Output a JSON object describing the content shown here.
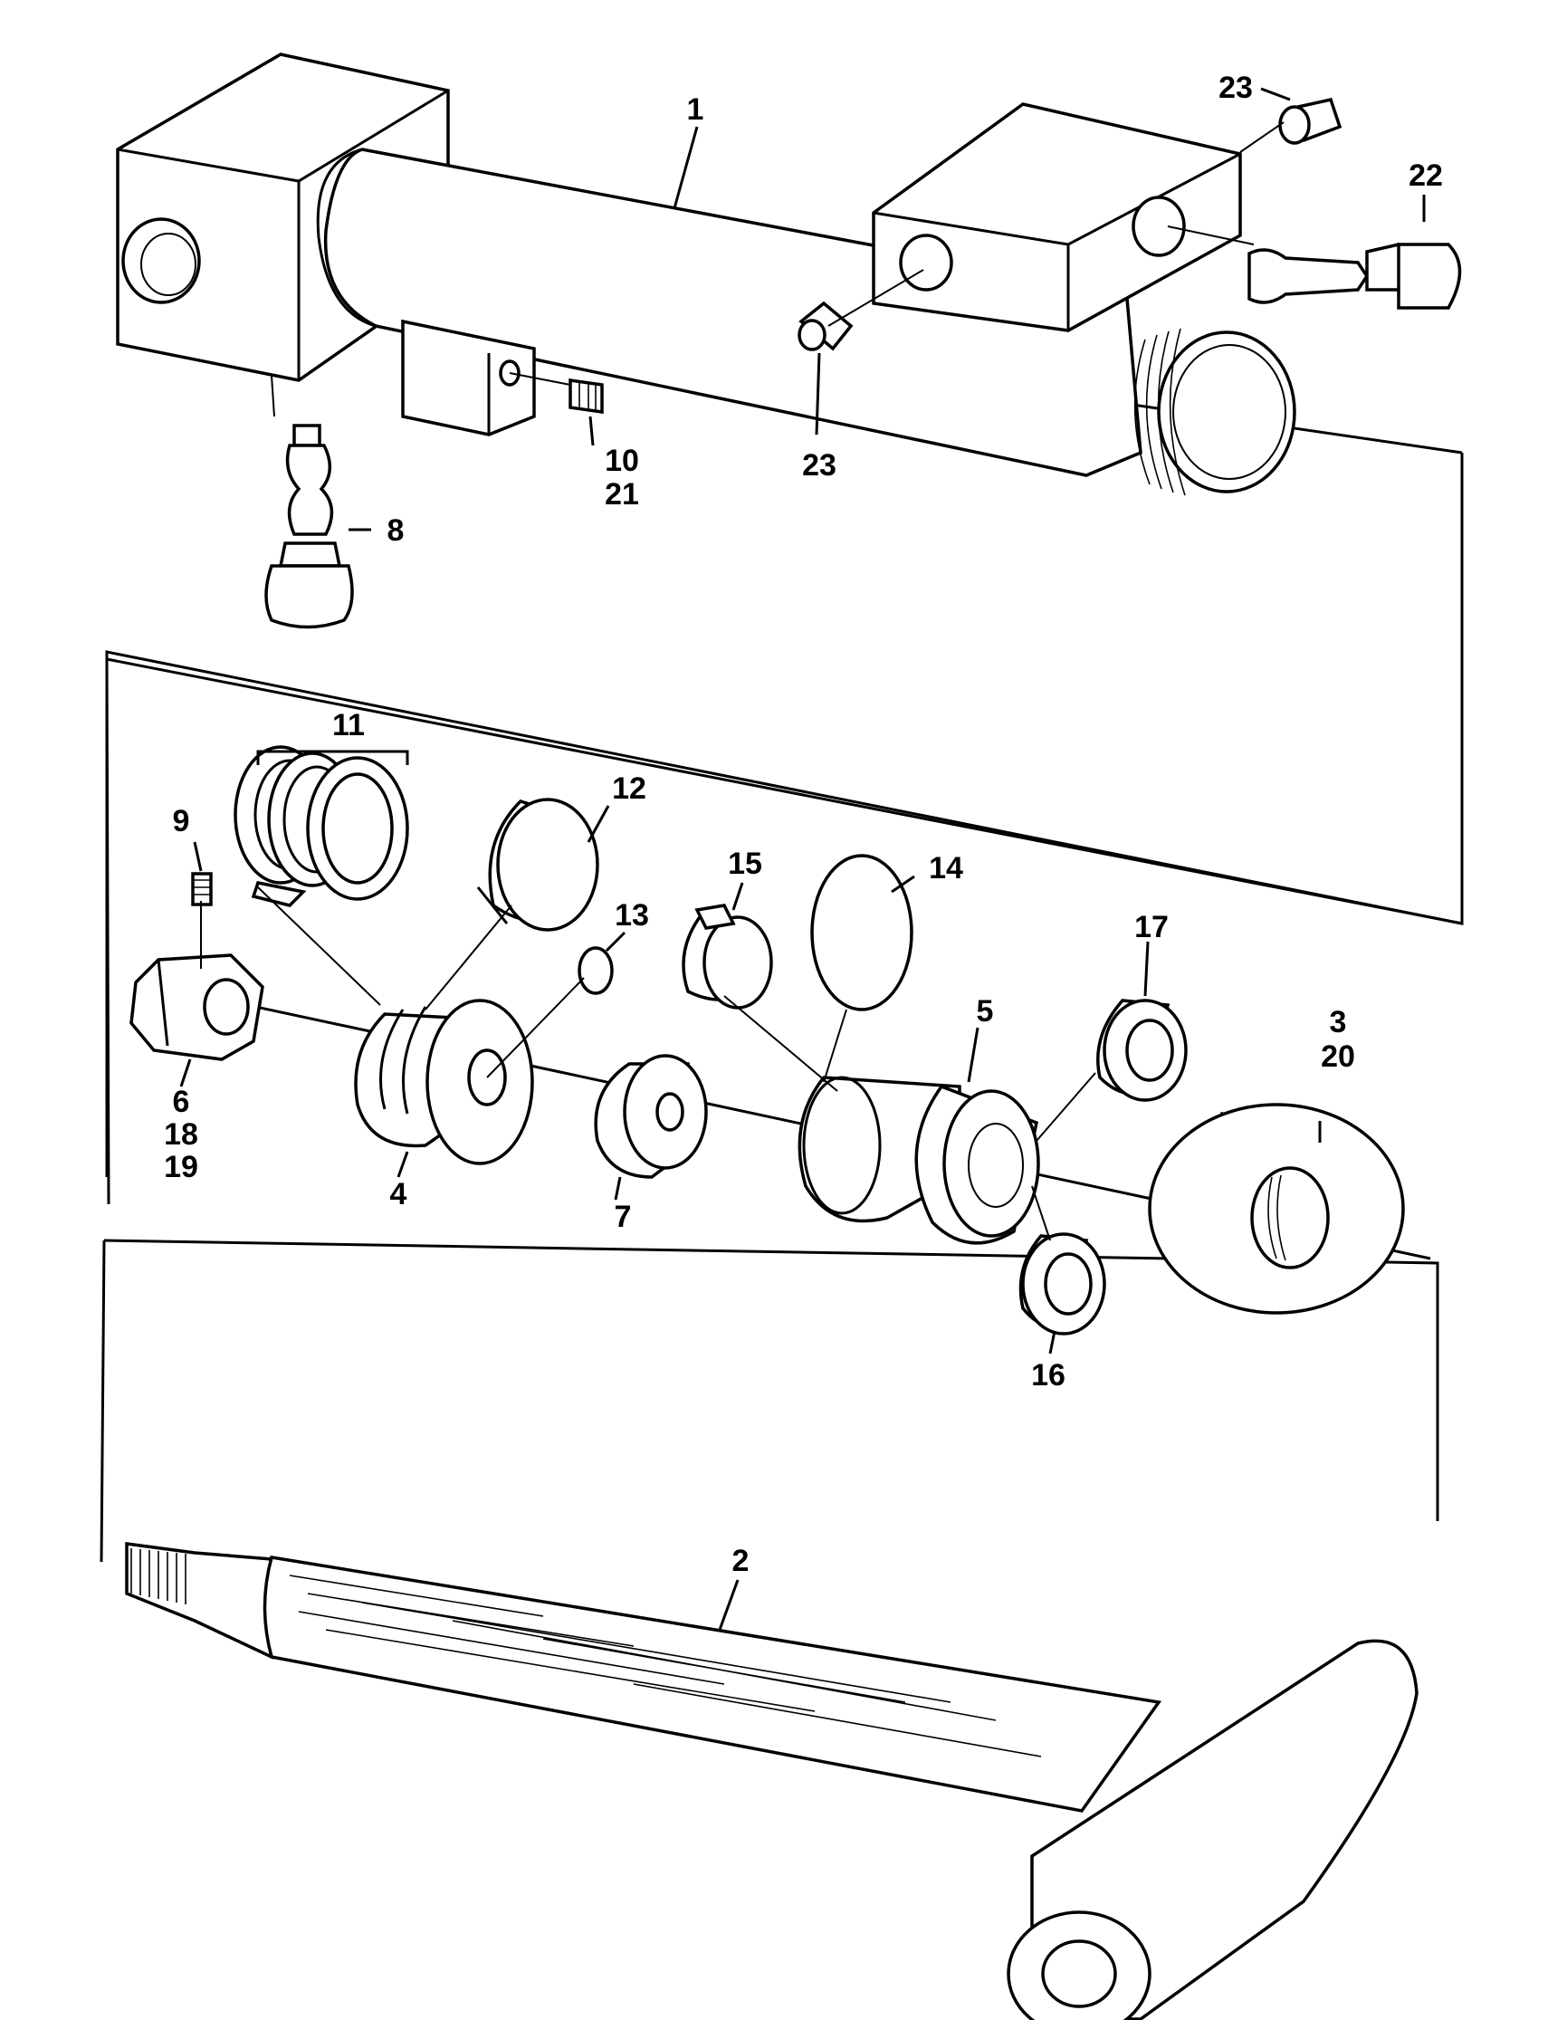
{
  "diagram": {
    "type": "exploded parts diagram",
    "colors": {
      "ink": "#000000",
      "background": "#ffffff"
    },
    "callouts": [
      {
        "id": "c1",
        "label": "1"
      },
      {
        "id": "c2",
        "label": "2"
      },
      {
        "id": "c3",
        "label": "3"
      },
      {
        "id": "c20",
        "label": "20"
      },
      {
        "id": "c4",
        "label": "4"
      },
      {
        "id": "c5",
        "label": "5"
      },
      {
        "id": "c6",
        "label": "6"
      },
      {
        "id": "c18",
        "label": "18"
      },
      {
        "id": "c19",
        "label": "19"
      },
      {
        "id": "c7",
        "label": "7"
      },
      {
        "id": "c8",
        "label": "8"
      },
      {
        "id": "c9",
        "label": "9"
      },
      {
        "id": "c10",
        "label": "10"
      },
      {
        "id": "c21",
        "label": "21"
      },
      {
        "id": "c11",
        "label": "11"
      },
      {
        "id": "c12",
        "label": "12"
      },
      {
        "id": "c13",
        "label": "13"
      },
      {
        "id": "c14",
        "label": "14"
      },
      {
        "id": "c15",
        "label": "15"
      },
      {
        "id": "c16",
        "label": "16"
      },
      {
        "id": "c17",
        "label": "17"
      },
      {
        "id": "c22",
        "label": "22"
      },
      {
        "id": "c23a",
        "label": "23"
      },
      {
        "id": "c23b",
        "label": "23"
      }
    ]
  }
}
